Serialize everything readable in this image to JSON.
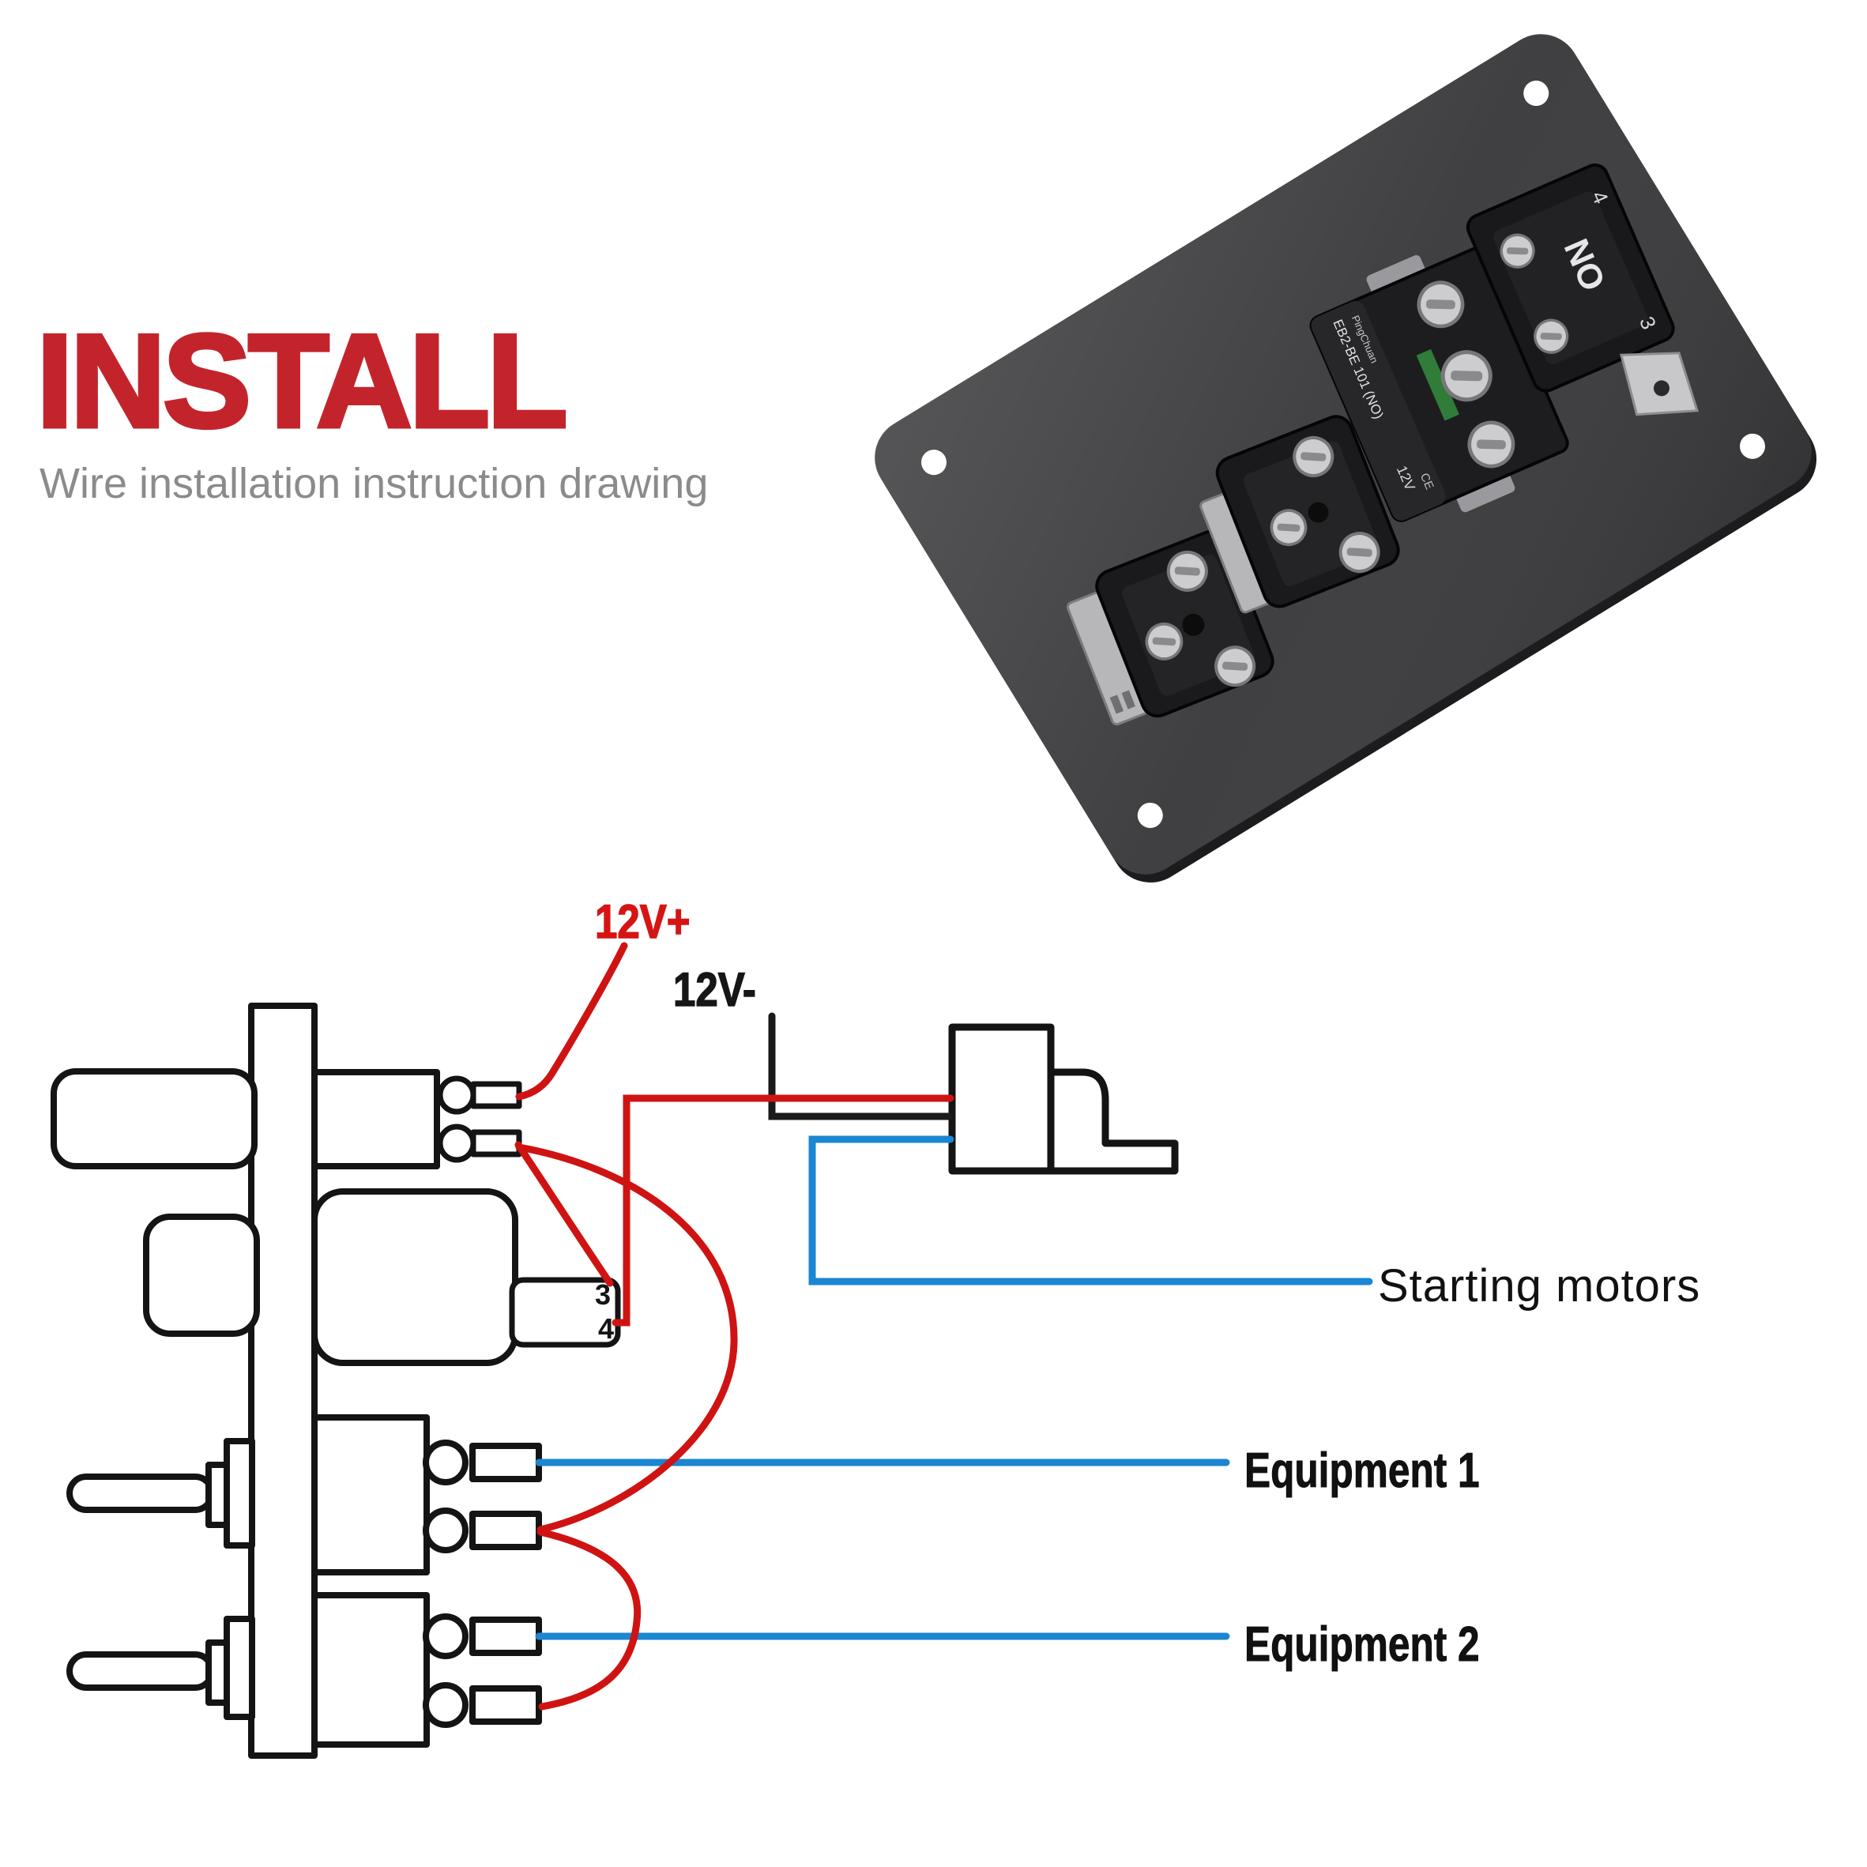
{
  "page": {
    "background": "#ffffff"
  },
  "header": {
    "title": "INSTALL",
    "title_color": "#c3242c",
    "subtitle": "Wire installation instruction drawing",
    "subtitle_color": "#8b8b8b"
  },
  "photo": {
    "plate_color": "#3a3a3c",
    "markings": {
      "brand": "PingChuan",
      "model": "EB2-BE 101 (NO)",
      "voltage": "12V",
      "contact_label": "NO",
      "terminal_3": "3",
      "terminal_4": "4",
      "cert": "CE"
    }
  },
  "diagram": {
    "labels": {
      "power_positive": "12V+",
      "power_negative": "12V-",
      "starting_motors": "Starting motors",
      "equipment_1": "Equipment 1",
      "equipment_2": "Equipment 2",
      "terminal_3": "3",
      "terminal_4": "4"
    },
    "colors": {
      "positive_wire": "#cf1313",
      "negative_wire": "#1a1a1a",
      "signal_wire": "#1b86d2",
      "outline": "#141414"
    }
  }
}
